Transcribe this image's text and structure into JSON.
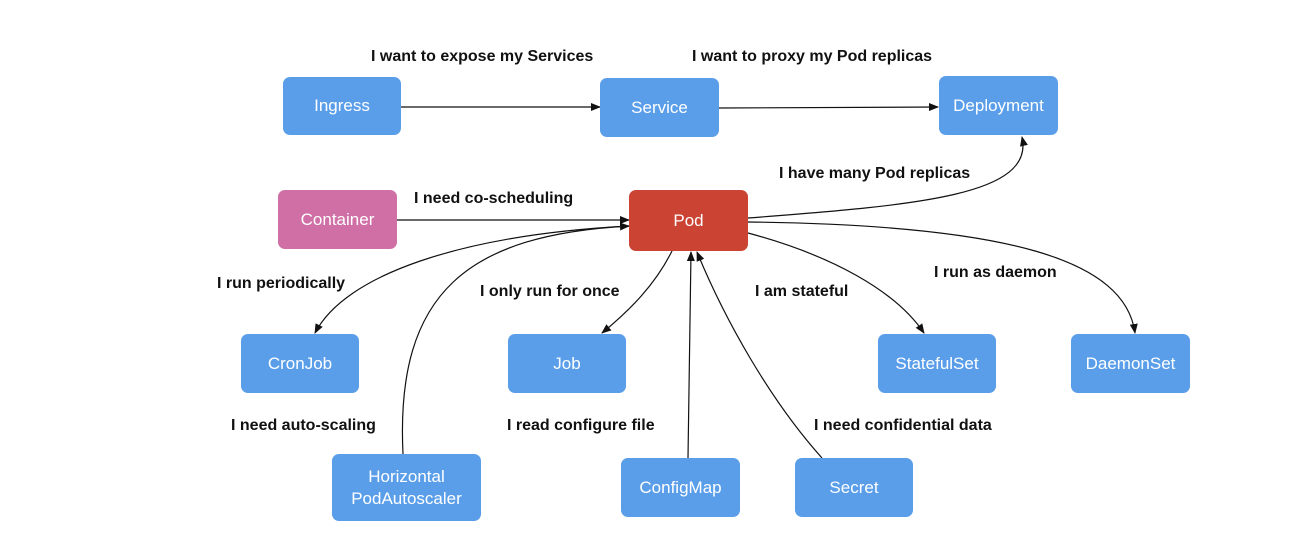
{
  "nodes": {
    "ingress": "Ingress",
    "service": "Service",
    "deployment": "Deployment",
    "container": "Container",
    "pod": "Pod",
    "cronjob": "CronJob",
    "job": "Job",
    "statefulset": "StatefulSet",
    "daemonset": "DaemonSet",
    "hpa_line1": "Horizontal",
    "hpa_line2": "PodAutoscaler",
    "configmap": "ConfigMap",
    "secret": "Secret"
  },
  "labels": {
    "expose_services": "I want to expose my Services",
    "proxy_replicas": "I want to proxy my Pod replicas",
    "many_replicas": "I have many Pod replicas",
    "co_scheduling": "I need co-scheduling",
    "run_periodically": "I run periodically",
    "run_once": "I only run for once",
    "stateful": "I am stateful",
    "daemon": "I run as daemon",
    "auto_scaling": "I need auto-scaling",
    "configure_file": "I read configure file",
    "confidential": "I need confidential data"
  },
  "colors": {
    "node_blue": "#5a9eea",
    "pod_red": "#cb4333",
    "container_pink": "#cf6fa5"
  }
}
